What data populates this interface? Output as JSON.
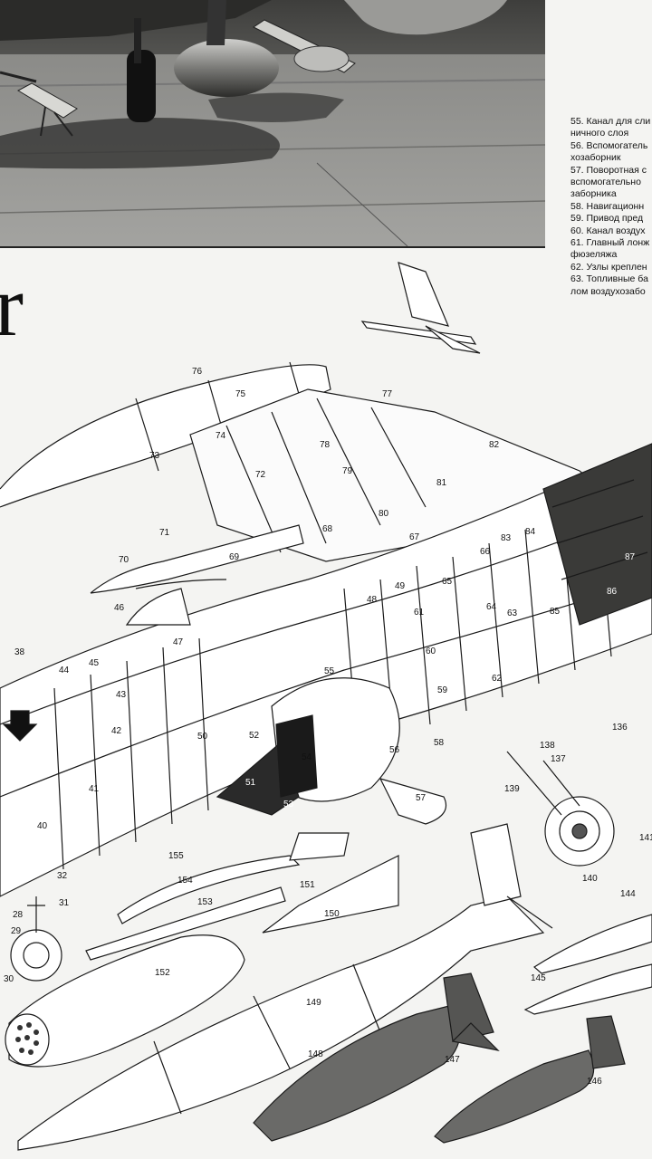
{
  "title_letter": "r",
  "legend": [
    "55. Канал для сли",
    "ничного слоя",
    "56. Вспомогатель",
    "хозаборник",
    "57. Поворотная с",
    "вспомогательно",
    "заборника",
    "58. Навигационн",
    "59. Привод пред",
    "60. Канал воздух",
    "61. Главный лонж",
    "фюзеляжа",
    "62. Узлы креплен",
    "63. Топливные ба",
    "лом воздухозабо"
  ],
  "callouts": [
    {
      "n": "76"
    },
    {
      "n": "75"
    },
    {
      "n": "77"
    },
    {
      "n": "74"
    },
    {
      "n": "73"
    },
    {
      "n": "78"
    },
    {
      "n": "82"
    },
    {
      "n": "72"
    },
    {
      "n": "79"
    },
    {
      "n": "81"
    },
    {
      "n": "80"
    },
    {
      "n": "71"
    },
    {
      "n": "68"
    },
    {
      "n": "67"
    },
    {
      "n": "66"
    },
    {
      "n": "83"
    },
    {
      "n": "84"
    },
    {
      "n": "87"
    },
    {
      "n": "70"
    },
    {
      "n": "69"
    },
    {
      "n": "65"
    },
    {
      "n": "49"
    },
    {
      "n": "48"
    },
    {
      "n": "64"
    },
    {
      "n": "63"
    },
    {
      "n": "86"
    },
    {
      "n": "85"
    },
    {
      "n": "46"
    },
    {
      "n": "47"
    },
    {
      "n": "61"
    },
    {
      "n": "38"
    },
    {
      "n": "44"
    },
    {
      "n": "45"
    },
    {
      "n": "43"
    },
    {
      "n": "55"
    },
    {
      "n": "60"
    },
    {
      "n": "62"
    },
    {
      "n": "42"
    },
    {
      "n": "50"
    },
    {
      "n": "52"
    },
    {
      "n": "54"
    },
    {
      "n": "59"
    },
    {
      "n": "56"
    },
    {
      "n": "58"
    },
    {
      "n": "136"
    },
    {
      "n": "138"
    },
    {
      "n": "137"
    },
    {
      "n": "41"
    },
    {
      "n": "51"
    },
    {
      "n": "53"
    },
    {
      "n": "57"
    },
    {
      "n": "139"
    },
    {
      "n": "141"
    },
    {
      "n": "40"
    },
    {
      "n": "155"
    },
    {
      "n": "140"
    },
    {
      "n": "32"
    },
    {
      "n": "154"
    },
    {
      "n": "151"
    },
    {
      "n": "31"
    },
    {
      "n": "28"
    },
    {
      "n": "153"
    },
    {
      "n": "150"
    },
    {
      "n": "144"
    },
    {
      "n": "29"
    },
    {
      "n": "30"
    },
    {
      "n": "152"
    },
    {
      "n": "149"
    },
    {
      "n": "145"
    },
    {
      "n": "148"
    },
    {
      "n": "147"
    },
    {
      "n": "146"
    }
  ]
}
